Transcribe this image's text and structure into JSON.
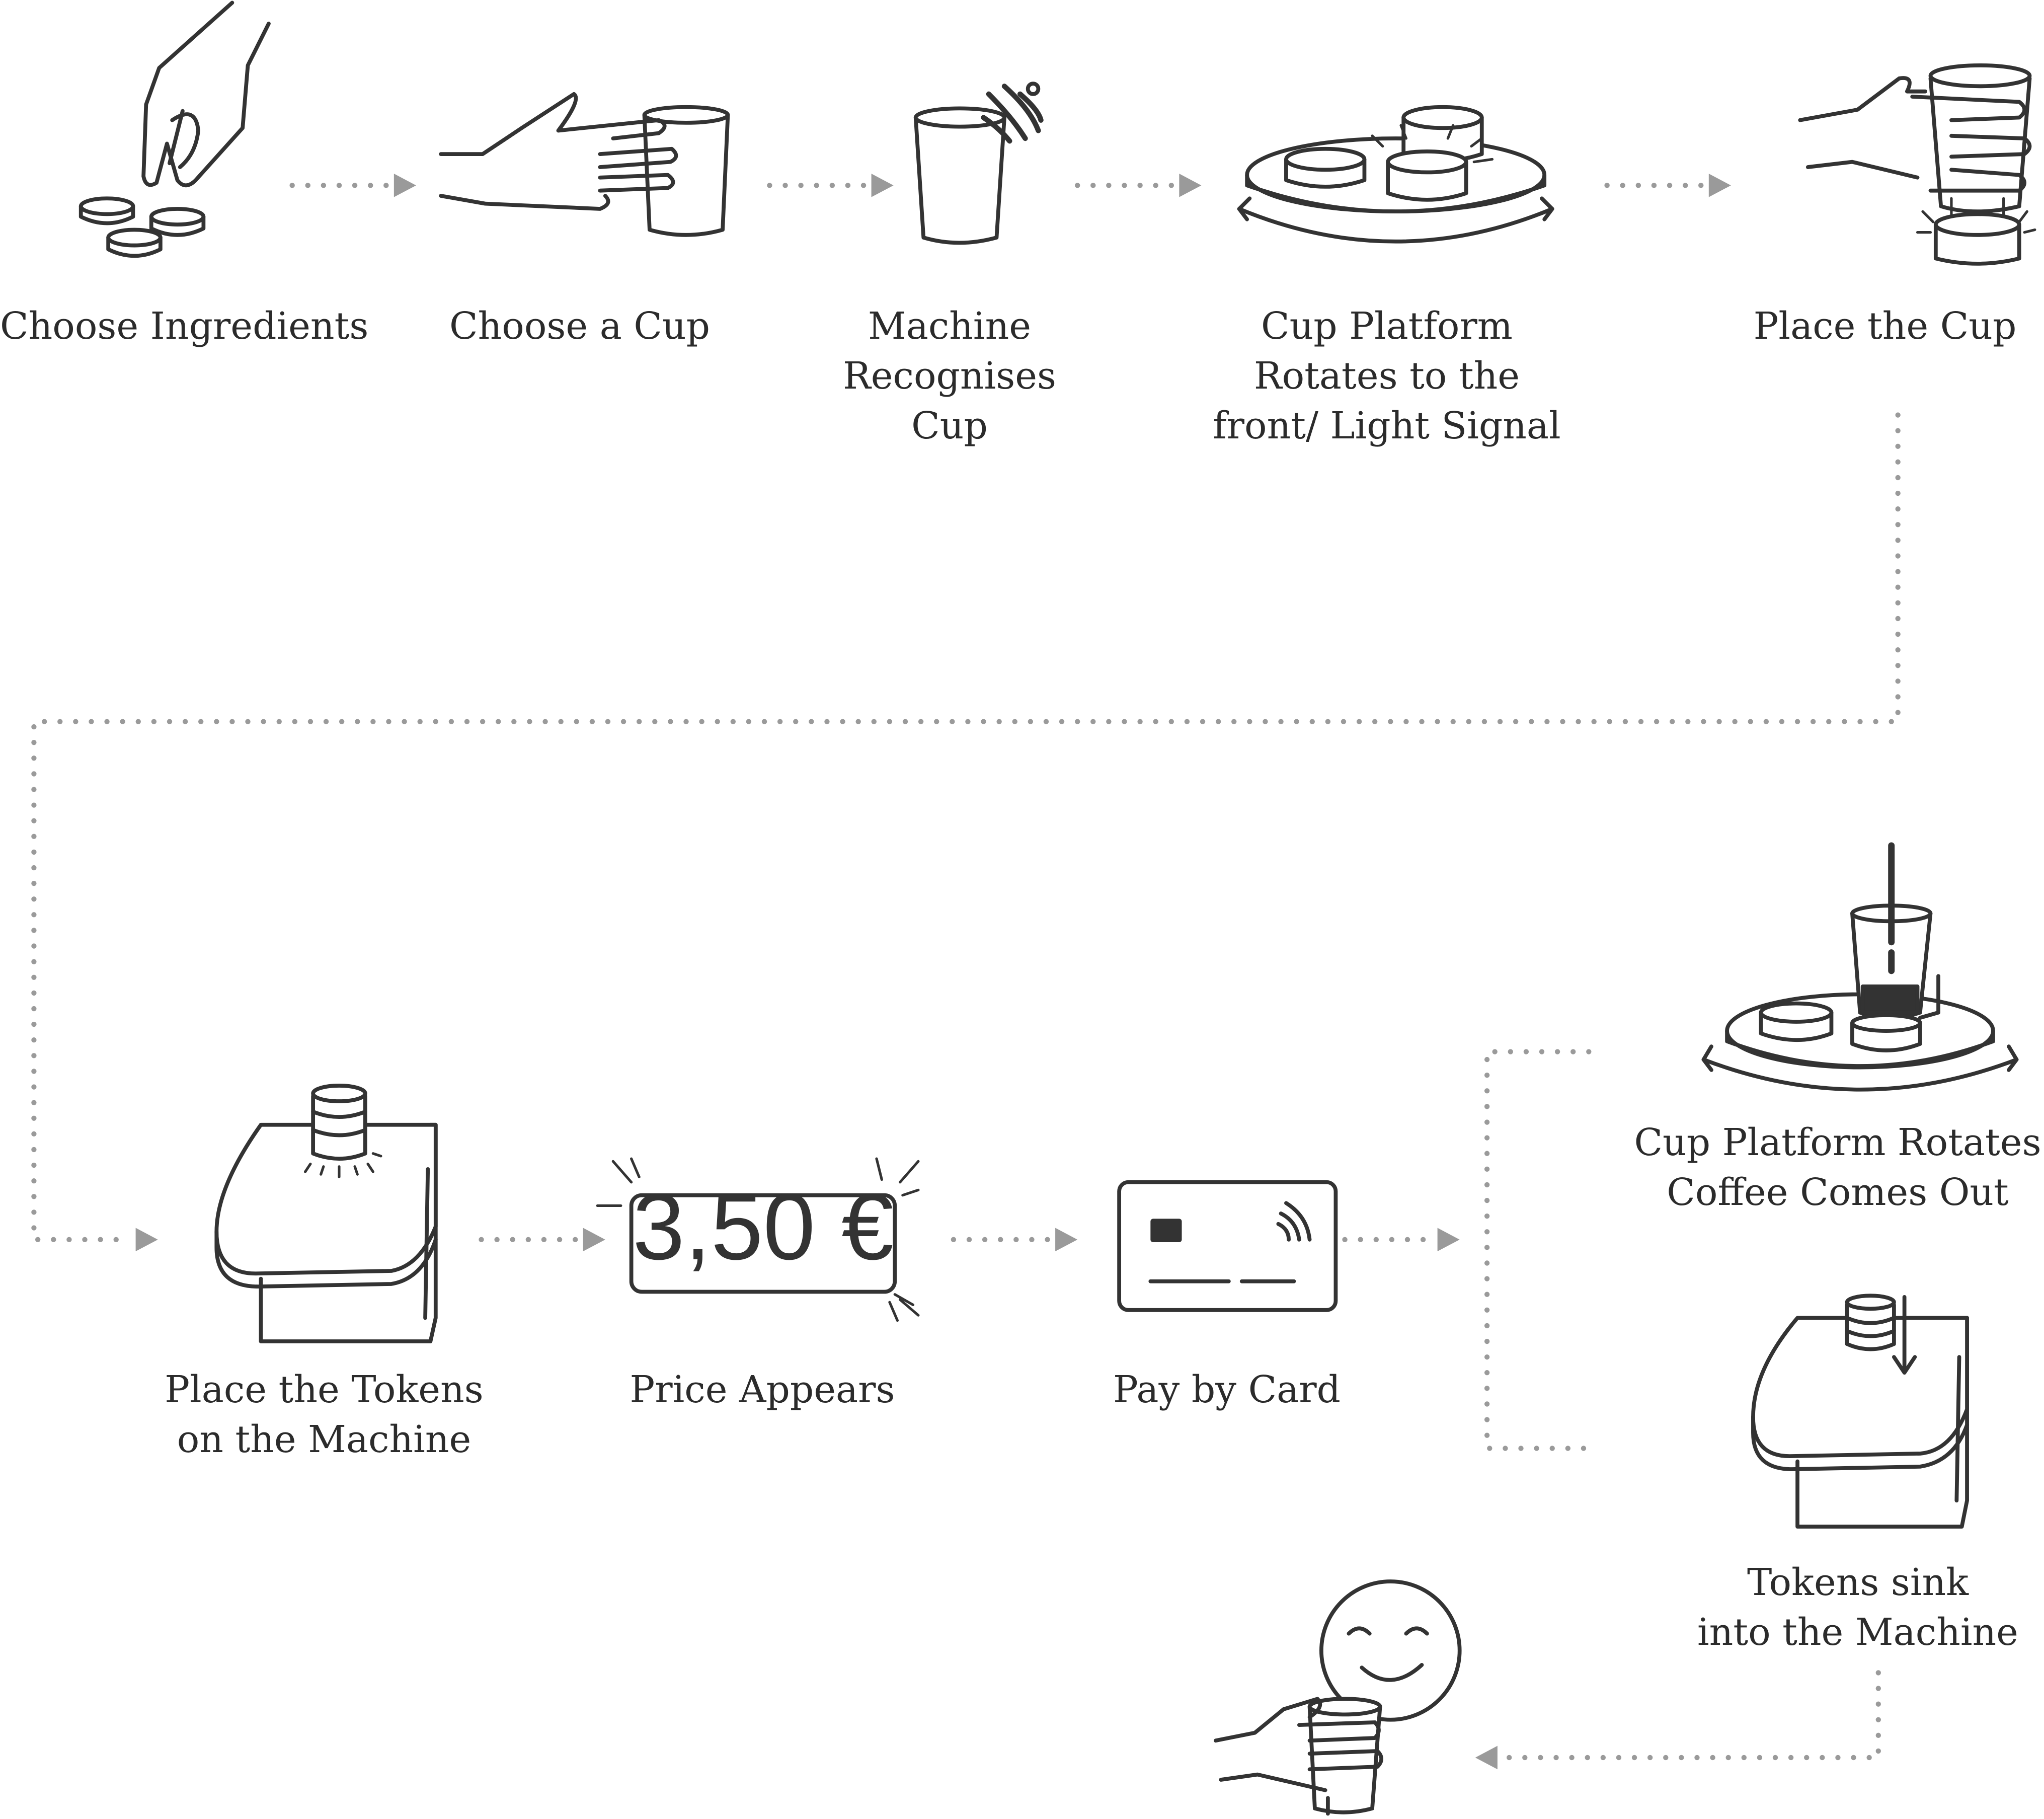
{
  "steps": {
    "choose_ingredients": {
      "lines": [
        "Choose Ingredients"
      ]
    },
    "choose_cup": {
      "lines": [
        "Choose a Cup"
      ]
    },
    "recognises_cup": {
      "lines": [
        "Machine",
        "Recognises",
        "Cup"
      ]
    },
    "platform_rotates": {
      "lines": [
        "Cup Platform",
        "Rotates to the",
        "front/ Light Signal"
      ]
    },
    "place_cup": {
      "lines": [
        "Place the Cup"
      ]
    },
    "place_tokens": {
      "lines": [
        "Place the Tokens",
        "on the Machine"
      ]
    },
    "price_appears": {
      "lines": [
        "Price Appears"
      ]
    },
    "pay_by_card": {
      "lines": [
        "Pay by Card"
      ]
    },
    "coffee_out": {
      "lines": [
        "Cup Platform Rotates",
        "Coffee Comes Out"
      ]
    },
    "tokens_sink": {
      "lines": [
        "Tokens sink",
        "into the Machine"
      ]
    }
  },
  "price_display": {
    "value": "3,50 €"
  },
  "colors": {
    "stroke": "#333333",
    "connector": "#9a9a9a",
    "background": "#ffffff"
  },
  "icons": [
    "hand-picking-tokens-icon",
    "hand-holding-cup-icon",
    "cup-recognition-icon",
    "rotating-platform-light-icon",
    "hand-placing-cup-icon",
    "tokens-on-machine-icon",
    "price-display-icon",
    "payment-card-icon",
    "coffee-pouring-platform-icon",
    "tokens-sinking-icon",
    "happy-customer-icon"
  ]
}
